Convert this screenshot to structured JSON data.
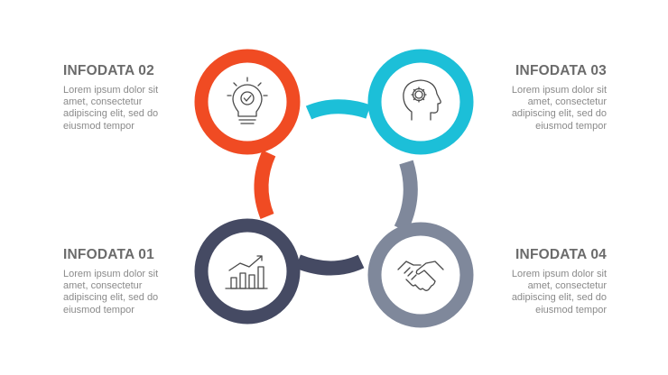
{
  "colors": {
    "orange": "#f04b23",
    "cyan": "#1cbfd8",
    "navy": "#454a63",
    "gray": "#7f889b",
    "text_title": "#6b6b6b",
    "text_body": "#8a8a8a"
  },
  "blocks": [
    {
      "title": "INFODATA 01",
      "body": [
        "Lorem ipsum dolor sit",
        "amet, consectetur",
        "adipiscing elit, sed do",
        "eiusmod tempor"
      ],
      "icon": "bar-chart-growth-icon",
      "color": "navy"
    },
    {
      "title": "INFODATA 02",
      "body": [
        "Lorem ipsum dolor sit",
        "amet, consectetur",
        "adipiscing elit, sed do",
        "eiusmod tempor"
      ],
      "icon": "lightbulb-check-icon",
      "color": "orange"
    },
    {
      "title": "INFODATA 03",
      "body": [
        "Lorem ipsum dolor sit",
        "amet, consectetur",
        "adipiscing elit, sed do",
        "eiusmod tempor"
      ],
      "icon": "head-gear-icon",
      "color": "cyan"
    },
    {
      "title": "INFODATA 04",
      "body": [
        "Lorem ipsum dolor sit",
        "amet, consectetur",
        "adipiscing elit, sed do",
        "eiusmod tempor"
      ],
      "icon": "handshake-icon",
      "color": "gray"
    }
  ]
}
